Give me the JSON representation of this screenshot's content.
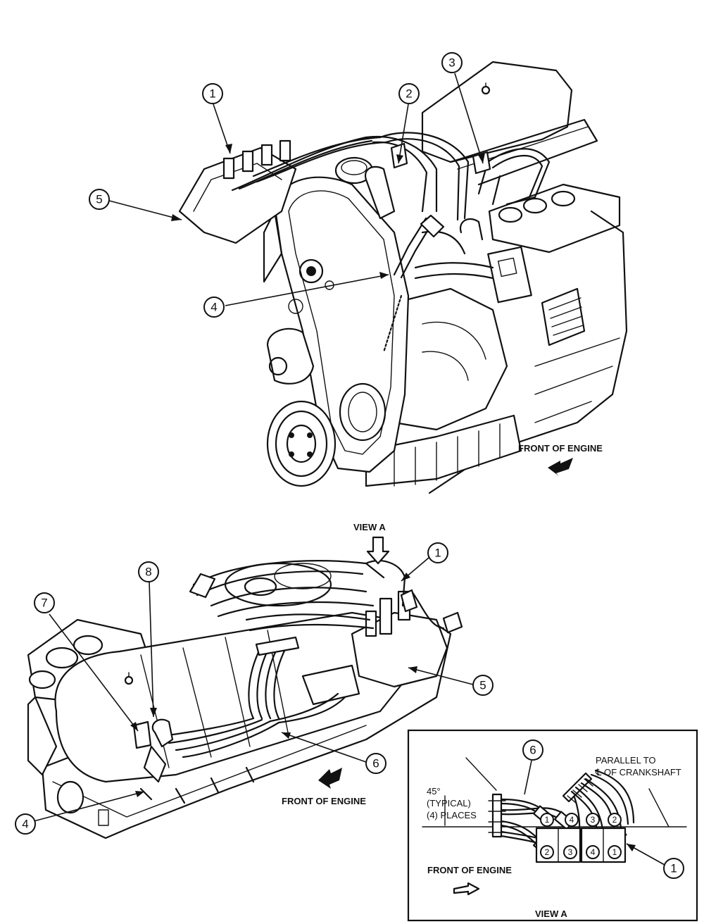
{
  "callouts": {
    "c1": "1",
    "c2": "2",
    "c3": "3",
    "c4": "4",
    "c5": "5",
    "c6": "6",
    "c7": "7",
    "c8": "8"
  },
  "labels": {
    "front_of_engine": "FRONT OF ENGINE",
    "view_a": "VIEW A",
    "parallel_line1": "PARALLEL TO",
    "parallel_line2": "℄ OF CRANKSHAFT",
    "angle_value": "45°",
    "angle_typical": "(TYPICAL)",
    "angle_places": "(4) PLACES"
  },
  "view_a_cylinders": {
    "left_top": [
      "1",
      "4"
    ],
    "left_bottom": [
      "2",
      "3"
    ],
    "right_top": [
      "3",
      "2"
    ],
    "right_bottom": [
      "4",
      "1"
    ]
  }
}
